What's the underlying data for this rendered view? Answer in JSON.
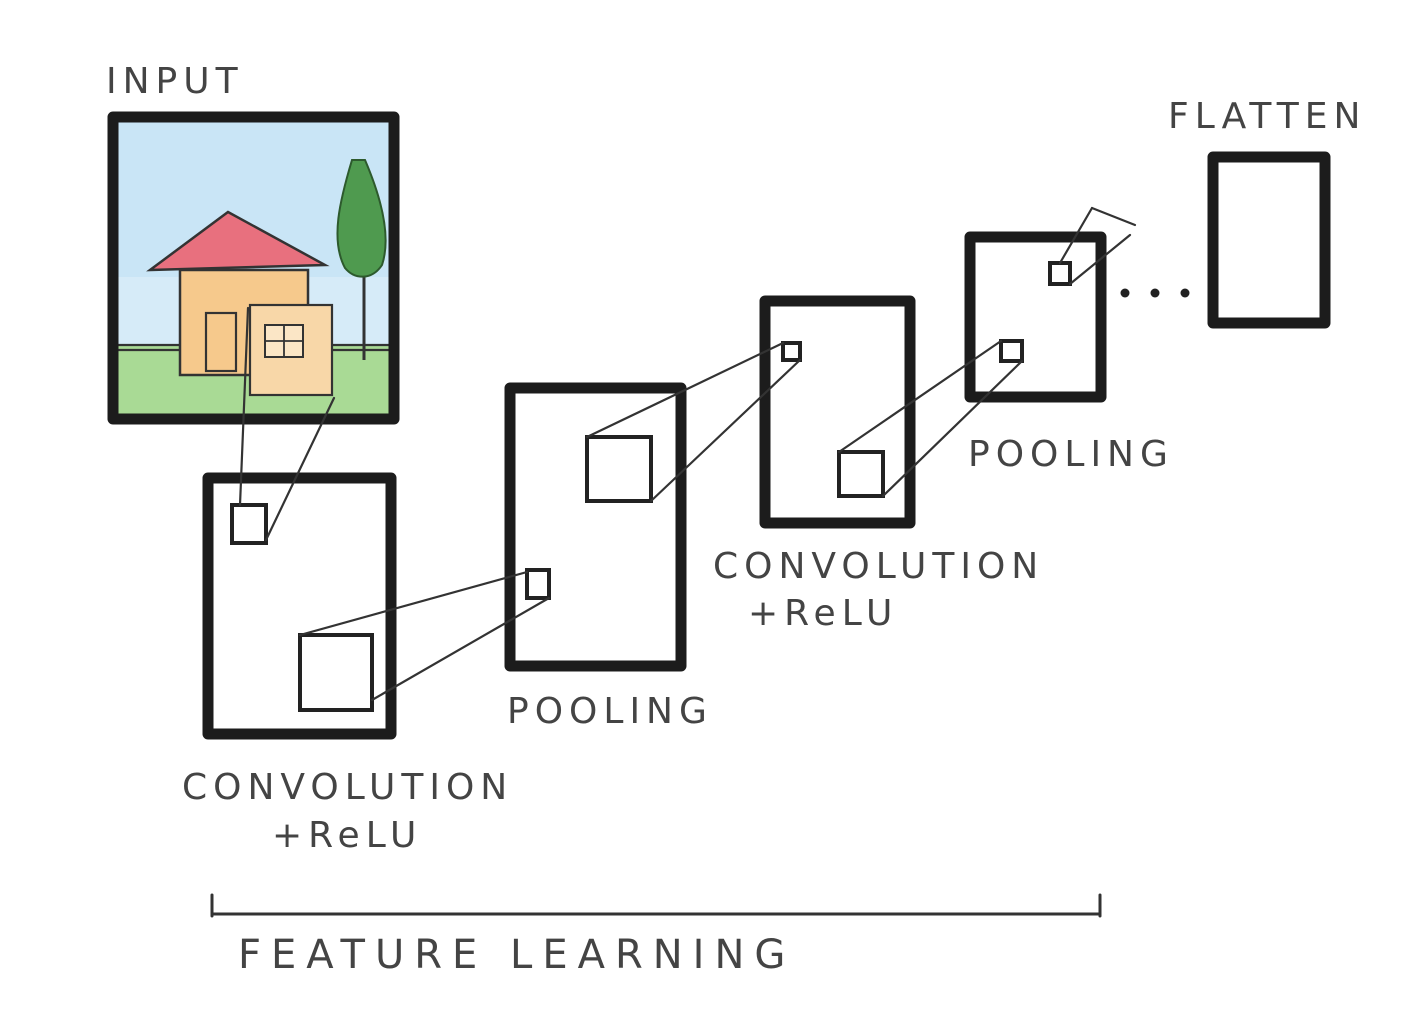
{
  "labels": {
    "input": "INPUT",
    "conv1": [
      "CONVOLUTION",
      "+ReLU"
    ],
    "pool1": "POOLING",
    "conv2": [
      "CONVOLUTION",
      "+ReLU"
    ],
    "pool2": "POOLING",
    "flatten": "FLATTEN",
    "bracket": "FEATURE LEARNING"
  },
  "colors": {
    "outline": "#1c1c1c",
    "text": "#444444",
    "sky": "#bcdff4",
    "grass": "#9fd58a",
    "roof": "#e8707e",
    "wall": "#f6c98c",
    "tree": "#4f9a4f"
  },
  "icons": [
    "house-drawing",
    "tree-drawing",
    "ellipsis-dots"
  ]
}
